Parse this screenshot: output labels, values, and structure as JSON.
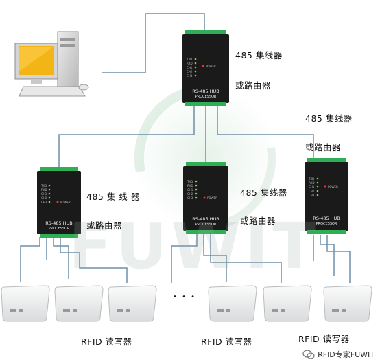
{
  "watermark": "FUWIT",
  "hubs": [
    {
      "line1": "485 集线器",
      "line2": "或路由器"
    },
    {
      "line1": "485  集 线 器",
      "line2": "或路由器"
    },
    {
      "line1": "485 集线器",
      "line2": "或路由器"
    },
    {
      "line1": "485  集线器",
      "line2": "或路由器"
    }
  ],
  "device_text": {
    "model": "RS-485 HUB",
    "sub": "PROCESSOR",
    "power": "POWER",
    "ports": [
      "TXD",
      "RXD",
      "CH1",
      "CH2",
      "CH3"
    ]
  },
  "ellipsis": "• • •",
  "reader_labels": [
    "RFID 读写器",
    "RFID 读写器",
    "RFID 读写器"
  ],
  "footer": "RFID专家FUWIT",
  "colors": {
    "line": "#6f8fa8",
    "device": "#1a1a1a",
    "terminal": "#2fae55",
    "monitor": "#f3b515"
  }
}
